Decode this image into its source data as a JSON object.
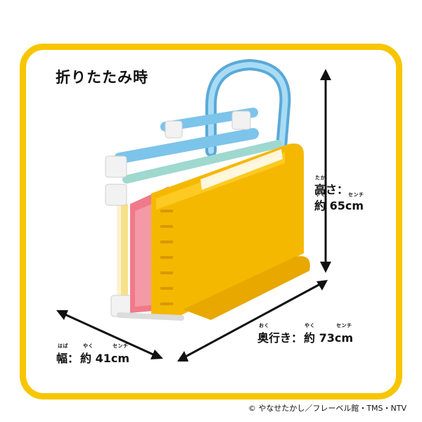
{
  "title": "折りたたみ時",
  "height_label": {
    "name": "高さ：",
    "value": "約 65cm",
    "ruby_taka": "たか",
    "ruby_yaku": "やく",
    "ruby_unit": "センチ"
  },
  "depth_label": {
    "name": "奥行き：",
    "value": "約 73cm",
    "ruby_oku": "おく",
    "ruby_yaku": "やく",
    "ruby_unit": "センチ"
  },
  "width_label": {
    "name": "幅：",
    "value": "約 41cm",
    "ruby_haba": "はば",
    "ruby_yaku": "やく",
    "ruby_unit": "センチ"
  },
  "copyright": "© やなせたかし／フレーベル館・TMS・NTV",
  "colors": {
    "frame": "#f7c600",
    "panel_yellow": "#f5b800",
    "panel_pink": "#f07a8a",
    "pipe_blue": "#7cc4ea",
    "joint_white": "#f2f2f2"
  }
}
